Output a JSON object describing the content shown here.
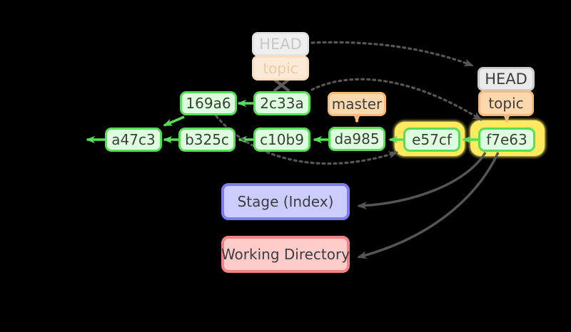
{
  "figure": {
    "kind": "git-commit-dag",
    "description": "Git DAG after rebasing branch topic onto master; old commits 169a6/2c33a ghost-mapped to new highlighted commits e57cf/f7e63; HEAD and topic now at f7e63; f7e63 checked out into stage and working directory",
    "background": "#000000"
  },
  "commits": [
    {
      "label": "a47c3"
    },
    {
      "label": "b325c"
    },
    {
      "label": "c10b9"
    },
    {
      "label": "da985"
    },
    {
      "label": "e57cf",
      "highlighted": true
    },
    {
      "label": "f7e63",
      "highlighted": true
    },
    {
      "label": "169a6"
    },
    {
      "label": "2c33a"
    }
  ],
  "refs": {
    "head": {
      "label": "HEAD",
      "points_to": "topic"
    },
    "topic": {
      "label": "topic",
      "points_to": "f7e63"
    },
    "master": {
      "label": "master",
      "points_to": "da985"
    },
    "ghost_head": {
      "label": "HEAD",
      "ghost": true
    },
    "ghost_topic": {
      "label": "topic",
      "ghost": true,
      "old_target_crossed_out": "2c33a"
    }
  },
  "areas": {
    "stage": {
      "label": "Stage (Index)"
    },
    "working_directory": {
      "label": "Working Directory"
    }
  },
  "edges": {
    "parents": [
      [
        "a47c3",
        "(older history, off-canvas left)"
      ],
      [
        "b325c",
        "a47c3"
      ],
      [
        "c10b9",
        "b325c"
      ],
      [
        "da985",
        "c10b9"
      ],
      [
        "e57cf",
        "da985"
      ],
      [
        "f7e63",
        "e57cf"
      ],
      [
        "169a6",
        "a47c3"
      ],
      [
        "2c33a",
        "169a6"
      ]
    ],
    "moves_dashed": [
      [
        "ghost HEAD",
        "HEAD"
      ],
      [
        "2c33a",
        "f7e63"
      ],
      [
        "169a6",
        "e57cf"
      ]
    ],
    "checkout_solid": [
      [
        "f7e63",
        "Stage (Index)"
      ],
      [
        "f7e63",
        "Working Directory"
      ]
    ]
  },
  "colors": {
    "commit_fill": "#ddffdd",
    "commit_border": "#57dd57",
    "branch_fill": "#fcd8ae",
    "branch_border": "#f6ba7f",
    "head_fill": "#eaeaea",
    "head_border": "#cccccc",
    "ghost_head_text": "#c7c7c7",
    "ghost_branch_text": "#eccaa4",
    "highlight_glow": "#ffe95e",
    "stage_fill": "#ccccff",
    "stage_border": "#7d7df2",
    "working_dir_fill": "#ffcccc",
    "working_dir_border": "#f28383",
    "text": "#3d3d3d",
    "gray_arrow": "#565656"
  }
}
